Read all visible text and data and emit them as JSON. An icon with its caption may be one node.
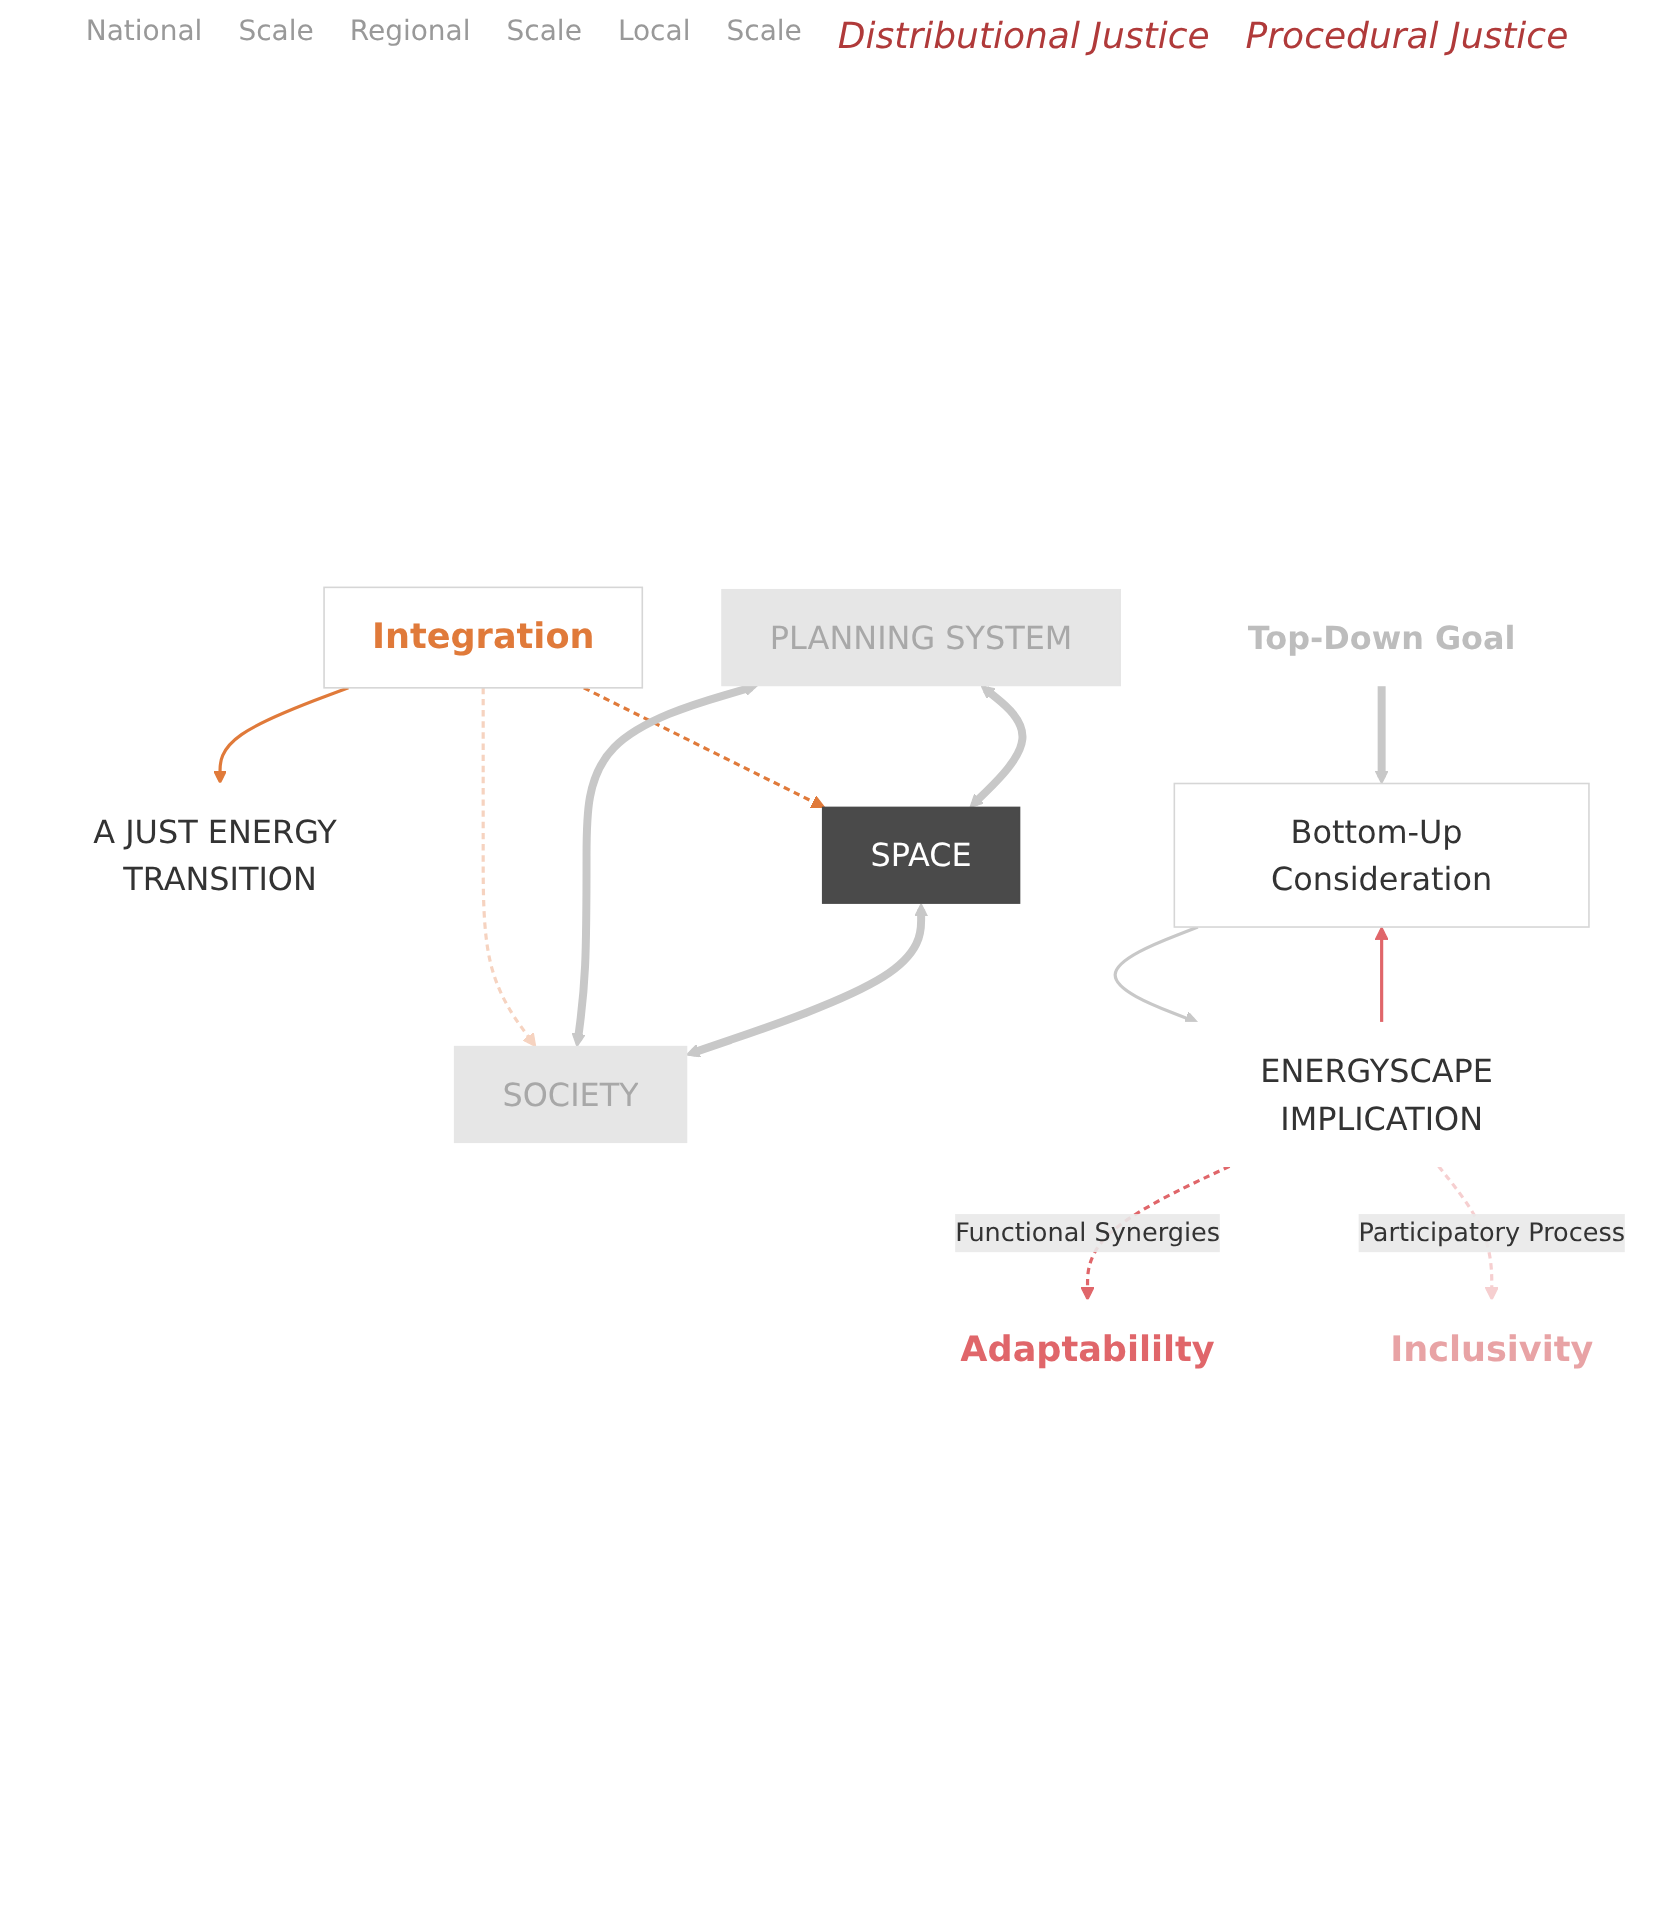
{
  "diagram": {
    "nodes": [
      {
        "text": [
          "A JUST ENERGY TRANSITION"
        ]
      },
      {
        "text": [
          "Top-Down Goal"
        ]
      },
      {
        "text": [
          "Integration"
        ]
      },
      {
        "text": [
          "PLANNING SYSTEM"
        ]
      },
      {
        "text": [
          "SPACE"
        ]
      },
      {
        "text": [
          "Adaptabililty"
        ]
      },
      {
        "text": [
          "SOCIETY"
        ]
      },
      {
        "text": [
          "Inclusivity"
        ]
      },
      {
        "text": [
          "Bottom-Up Consideration"
        ]
      },
      {
        "text": [
          "ENERGYSCAPE IMPLICATION"
        ]
      }
    ],
    "edges": [
      {
        "from": 2,
        "to": 0,
        "arrow": "to",
        "color": "#e07a3a"
      },
      {
        "from": 1,
        "to": 8,
        "arrow": "to",
        "style": "thick"
      },
      {
        "from": 2,
        "to": 4,
        "arrow": "to",
        "style": "dashed",
        "color": "#e07a3a"
      },
      {
        "from": 2,
        "to": 6,
        "arrow": "to",
        "style": "dashed",
        "color": "#f6d3c0"
      },
      {
        "from": 3,
        "to": 4,
        "arrow": "both",
        "style": "thick"
      },
      {
        "from": 3,
        "to": 6,
        "arrow": "both",
        "style": "thick"
      },
      {
        "from": 4,
        "to": 6,
        "arrow": "both",
        "style": "thick"
      },
      {
        "from": 9,
        "to": 8,
        "arrow": "to",
        "color": "#e0666a"
      },
      {
        "from": 8,
        "to": 9,
        "arrow": "to"
      },
      {
        "from": 9,
        "to": 5,
        "label": "Functional Synergies",
        "arrow": "to",
        "style": "dashed",
        "color": "#e0666a"
      },
      {
        "from": 9,
        "to": 7,
        "label": "Participatory Process",
        "arrow": "to",
        "style": "dashed",
        "color": "#f6cfd0"
      }
    ],
    "labels": [
      "National",
      "Scale",
      "Regional",
      "Scale",
      "Local",
      "Scale",
      "Distributional Justice",
      "Procedural Justice"
    ]
  }
}
